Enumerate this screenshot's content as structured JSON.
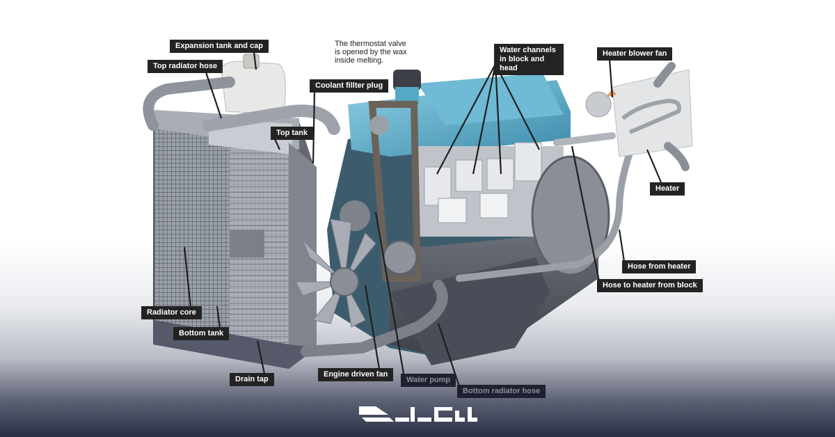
{
  "labels": {
    "expansion_tank": "Expansion tank and cap",
    "top_radiator_hose": "Top radiator hose",
    "coolant_filler_plug": "Coolant fillter plug",
    "top_tank": "Top tank",
    "water_channels": "Water channels in block and head",
    "heater_blower_fan": "Heater blower fan",
    "heater": "Heater",
    "hose_from_heater": "Hose from heater",
    "hose_to_heater": "Hose to heater from block",
    "radiator_core": "Radiator core",
    "bottom_tank": "Bottom tank",
    "drain_tap": "Drain tap",
    "engine_driven_fan": "Engine driven fan",
    "water_pump": "Water pump",
    "bottom_radiator_hose": "Bottom radiator hose"
  },
  "thermostat_note": "The thermostat valve is opened by the wax inside melting.",
  "logo": {
    "name": "brand-logo-icon",
    "color": "#ffffff"
  },
  "colors": {
    "label_bg": "#232323",
    "label_text": "#ffffff",
    "engine_head": "#4fa6c4",
    "radiator": "#b8bcc4"
  }
}
